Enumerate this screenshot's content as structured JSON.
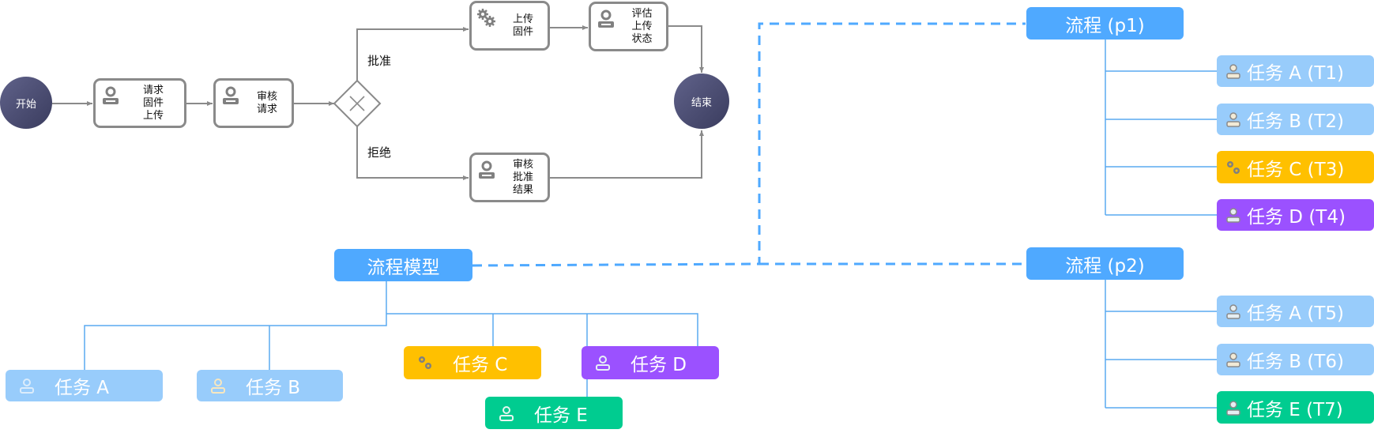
{
  "bpmn": {
    "start": {
      "label": "开始"
    },
    "end": {
      "label": "结束"
    },
    "tasks": [
      {
        "id": "request-upload",
        "label": "请求\n固件\n上传",
        "icon": "user-icon"
      },
      {
        "id": "review-request",
        "label": "审核\n请求",
        "icon": "user-icon"
      },
      {
        "id": "upload-firmware",
        "label": "上传\n固件",
        "icon": "gears-icon"
      },
      {
        "id": "evaluate-status",
        "label": "评估\n上传\n状态",
        "icon": "user-icon"
      },
      {
        "id": "review-result",
        "label": "审核\n批准\n结果",
        "icon": "user-icon"
      }
    ],
    "gateway": {
      "type": "exclusive",
      "icon": "x-icon"
    },
    "branch_labels": {
      "approve": "批准",
      "reject": "拒绝"
    }
  },
  "model": {
    "root": {
      "label": "流程模型"
    },
    "tasks": [
      {
        "label": "任务 A",
        "icon": "user-icon",
        "color": "#98ccfb"
      },
      {
        "label": "任务 B",
        "icon": "user-icon",
        "color": "#98ccfb"
      },
      {
        "label": "任务 C",
        "icon": "gears-icon",
        "color": "#ffc000"
      },
      {
        "label": "任务 D",
        "icon": "user-icon",
        "color": "#9b51ff"
      },
      {
        "label": "任务 E",
        "icon": "user-icon",
        "color": "#00cc90"
      }
    ]
  },
  "processes": [
    {
      "label": "流程 (p1)",
      "tasks": [
        {
          "label": "任务 A (T1)",
          "icon": "user-icon",
          "color": "#98ccfb"
        },
        {
          "label": "任务 B (T2)",
          "icon": "user-icon",
          "color": "#98ccfb"
        },
        {
          "label": "任务 C (T3)",
          "icon": "gears-icon",
          "color": "#ffc000"
        },
        {
          "label": "任务 D (T4)",
          "icon": "user-icon",
          "color": "#9b51ff"
        }
      ]
    },
    {
      "label": "流程 (p2)",
      "tasks": [
        {
          "label": "任务 A (T5)",
          "icon": "user-icon",
          "color": "#98ccfb"
        },
        {
          "label": "任务 B (T6)",
          "icon": "user-icon",
          "color": "#98ccfb"
        },
        {
          "label": "任务 E (T7)",
          "icon": "user-icon",
          "color": "#00cc90"
        }
      ]
    }
  ],
  "colors": {
    "root_blue": "#4fa9ff",
    "connector_blue": "#5aaaf0",
    "bpmn_gray": "#8a8a8a",
    "circle_dark": "#4a4c70"
  }
}
